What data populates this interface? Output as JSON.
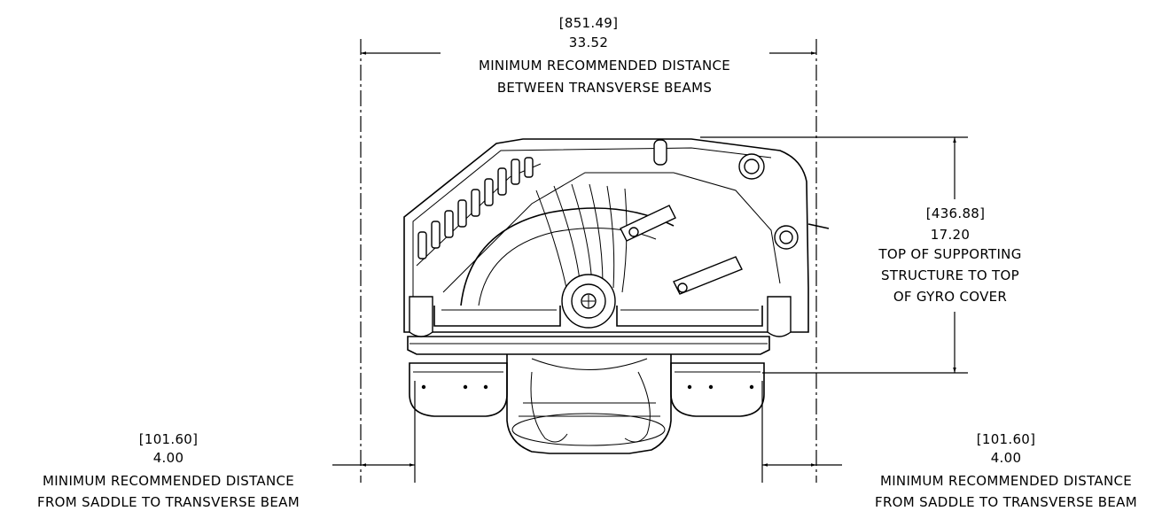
{
  "drawing": {
    "top_dimension": {
      "metric": "[851.49]",
      "imperial": "33.52",
      "line1": "MINIMUM RECOMMENDED DISTANCE",
      "line2": "BETWEEN TRANSVERSE BEAMS"
    },
    "height_dimension": {
      "metric": "[436.88]",
      "imperial": "17.20",
      "line1": "TOP OF SUPPORTING",
      "line2": "STRUCTURE TO TOP",
      "line3": "OF GYRO COVER"
    },
    "left_dimension": {
      "metric": "[101.60]",
      "imperial": "4.00",
      "line1": "MINIMUM RECOMMENDED DISTANCE",
      "line2": "FROM SADDLE TO TRANSVERSE BEAM"
    },
    "right_dimension": {
      "metric": "[101.60]",
      "imperial": "4.00",
      "line1": "MINIMUM RECOMMENDED DISTANCE",
      "line2": "FROM SADDLE TO TRANSVERSE BEAM"
    }
  }
}
